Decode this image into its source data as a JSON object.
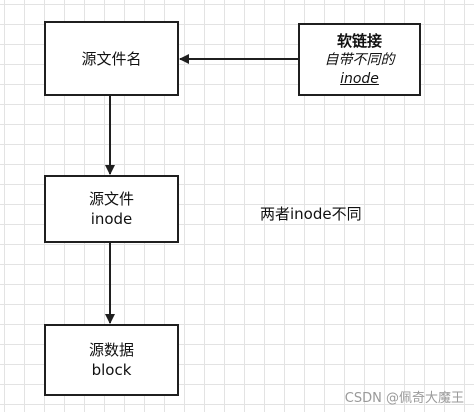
{
  "nodes": {
    "source_name": {
      "label": "源文件名"
    },
    "source_inode": {
      "line1": "源文件",
      "line2": "inode"
    },
    "source_data": {
      "line1": "源数据",
      "line2": "block"
    },
    "symlink": {
      "title": "软链接",
      "subtitle": "自带不同的",
      "inode_label": "inode"
    }
  },
  "annotation": "两者inode不同",
  "watermark": "CSDN @佩奇大魔王",
  "colors": {
    "border": "#1f1f1f",
    "grid": "#e3e3e3",
    "background": "#ffffff",
    "watermark": "#9a9a9a"
  }
}
